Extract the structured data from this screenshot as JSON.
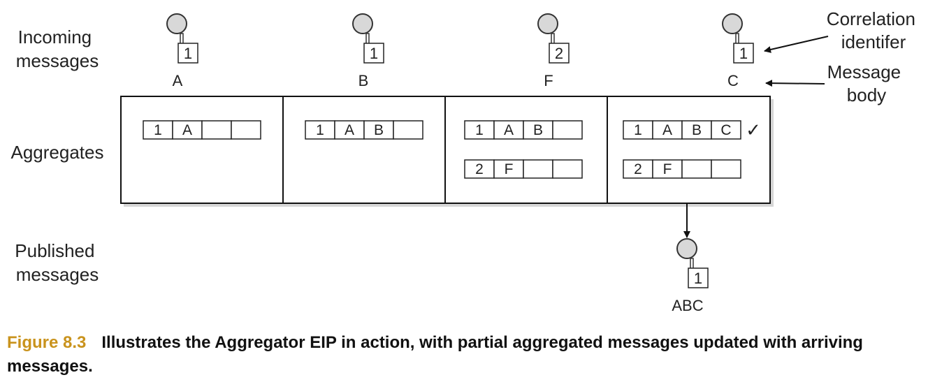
{
  "row_labels": {
    "incoming": [
      "Incoming",
      "messages"
    ],
    "aggregates": "Aggregates",
    "published": [
      "Published",
      "messages"
    ]
  },
  "annotations": {
    "correlation": [
      "Correlation",
      "identifer"
    ],
    "body": [
      "Message",
      "body"
    ]
  },
  "incoming_messages": [
    {
      "id": "1",
      "body": "A"
    },
    {
      "id": "1",
      "body": "B"
    },
    {
      "id": "2",
      "body": "F"
    },
    {
      "id": "1",
      "body": "C"
    }
  ],
  "panels": [
    [
      [
        "1",
        "A",
        "",
        ""
      ]
    ],
    [
      [
        "1",
        "A",
        "B",
        ""
      ]
    ],
    [
      [
        "1",
        "A",
        "B",
        ""
      ],
      [
        "2",
        "F",
        "",
        ""
      ]
    ],
    [
      [
        "1",
        "A",
        "B",
        "C"
      ],
      [
        "2",
        "F",
        "",
        ""
      ]
    ]
  ],
  "complete_mark": "✓",
  "published": {
    "id": "1",
    "body": "ABC"
  },
  "caption": {
    "figure": "Figure 8.3",
    "text": "Illustrates the Aggregator EIP in action, with partial aggregated messages updated with arriving messages."
  }
}
